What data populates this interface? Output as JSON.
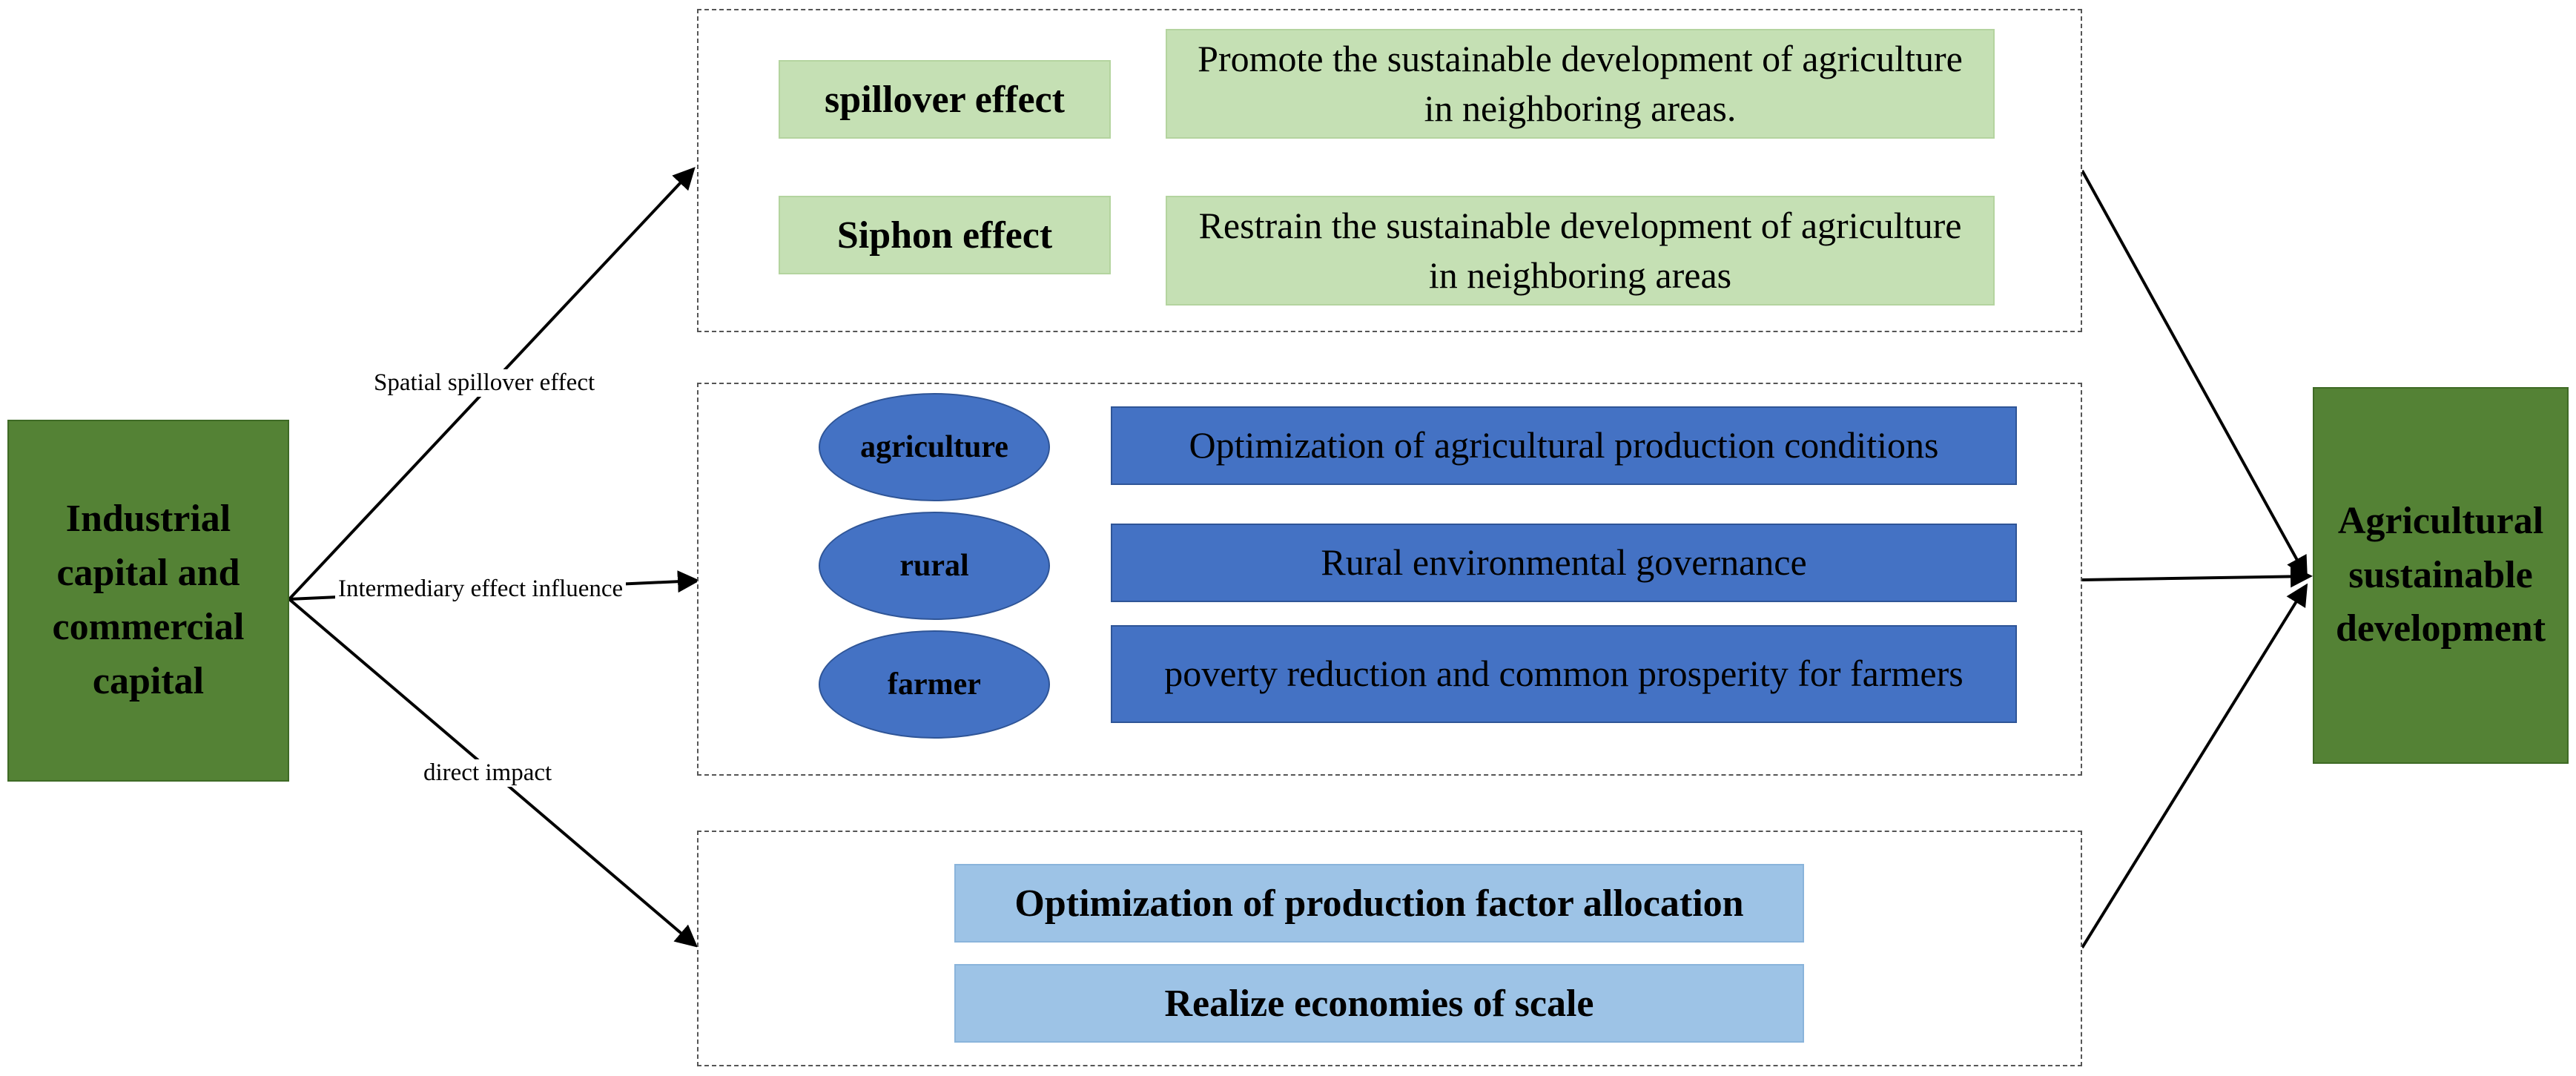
{
  "source_box": {
    "text_lines": [
      "Industrial",
      "capital and",
      "commercial",
      "capital"
    ]
  },
  "target_box": {
    "text_lines": [
      "Agricultural",
      "sustainable",
      "development"
    ]
  },
  "arrow_labels": {
    "spatial": "Spatial spillover effect",
    "intermediary": "Intermediary effect influence",
    "direct": "direct impact"
  },
  "spatial_group": {
    "rows": [
      {
        "name": "spillover effect",
        "description": "Promote the sustainable development of agriculture in neighboring areas."
      },
      {
        "name": "Siphon effect",
        "description": "Restrain the sustainable development of agriculture in neighboring areas"
      }
    ]
  },
  "intermediary_group": {
    "rows": [
      {
        "name": "agriculture",
        "description": "Optimization of agricultural production conditions"
      },
      {
        "name": "rural",
        "description": "Rural environmental governance"
      },
      {
        "name": "farmer",
        "description": "poverty reduction and common prosperity for farmers"
      }
    ]
  },
  "direct_group": {
    "items": [
      "Optimization of production factor allocation",
      "Realize economies of scale"
    ]
  },
  "colors": {
    "dark_green": "#548235",
    "light_green": "#c5e0b4",
    "blue": "#4472c4",
    "light_blue": "#9dc3e6"
  }
}
